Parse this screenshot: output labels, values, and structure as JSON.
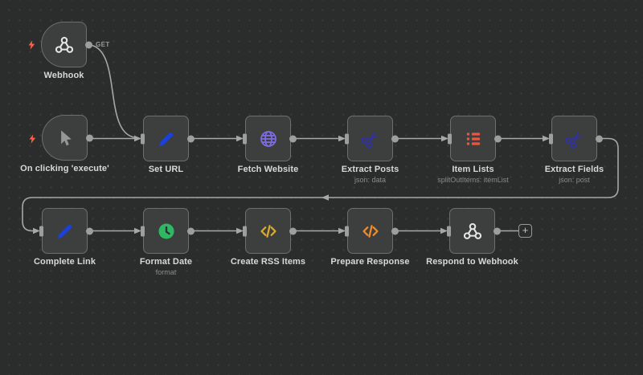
{
  "canvas": {
    "background": "#2b2c2c",
    "dot_color": "#3a3b3b"
  },
  "colors": {
    "node_bg": "#3d3e3e",
    "node_border": "#6e6e6e",
    "connector": "#a7a7a7",
    "bolt": "#ff5e49",
    "title_text": "#d8d8d8",
    "subtitle_text": "#8b8b8b"
  },
  "connection_labels": {
    "webhook_method": "GET"
  },
  "plus_button": {
    "glyph": "+"
  },
  "nodes": [
    {
      "id": "webhook",
      "label": "Webhook",
      "sublabel": "",
      "icon": "webhook-icon",
      "icon_color": "#e6e6e6",
      "shape": "trigger"
    },
    {
      "id": "manual-trigger",
      "label": "On clicking 'execute'",
      "sublabel": "",
      "icon": "cursor-icon",
      "icon_color": "#969696",
      "shape": "trigger"
    },
    {
      "id": "set-url",
      "label": "Set URL",
      "sublabel": "",
      "icon": "pencil-icon",
      "icon_color": "#1b41da",
      "shape": "default"
    },
    {
      "id": "fetch-website",
      "label": "Fetch Website",
      "sublabel": "",
      "icon": "globe-icon",
      "icon_color": "#7b6ce0",
      "shape": "default"
    },
    {
      "id": "extract-posts",
      "label": "Extract Posts",
      "sublabel": "json: data",
      "icon": "scissors-icon",
      "icon_color": "#31339b",
      "shape": "default"
    },
    {
      "id": "item-lists",
      "label": "Item Lists",
      "sublabel": "splitOutItems: itemList",
      "icon": "list-icon",
      "icon_color": "#f0543f",
      "shape": "default"
    },
    {
      "id": "extract-fields",
      "label": "Extract Fields",
      "sublabel": "json: post",
      "icon": "scissors-icon",
      "icon_color": "#31339b",
      "shape": "default"
    },
    {
      "id": "complete-link",
      "label": "Complete Link",
      "sublabel": "",
      "icon": "pencil-icon",
      "icon_color": "#1b41da",
      "shape": "default"
    },
    {
      "id": "format-date",
      "label": "Format Date",
      "sublabel": "format",
      "icon": "clock-icon",
      "icon_color": "#2eb863",
      "shape": "default"
    },
    {
      "id": "create-rss-items",
      "label": "Create RSS Items",
      "sublabel": "",
      "icon": "code-icon",
      "icon_color": "#d8ab2f",
      "shape": "default"
    },
    {
      "id": "prepare-response",
      "label": "Prepare Response",
      "sublabel": "",
      "icon": "code-icon",
      "icon_color": "#ef8c2b",
      "shape": "default"
    },
    {
      "id": "respond-to-webhook",
      "label": "Respond to Webhook",
      "sublabel": "",
      "icon": "webhook-icon",
      "icon_color": "#e6e6e6",
      "shape": "default"
    }
  ]
}
